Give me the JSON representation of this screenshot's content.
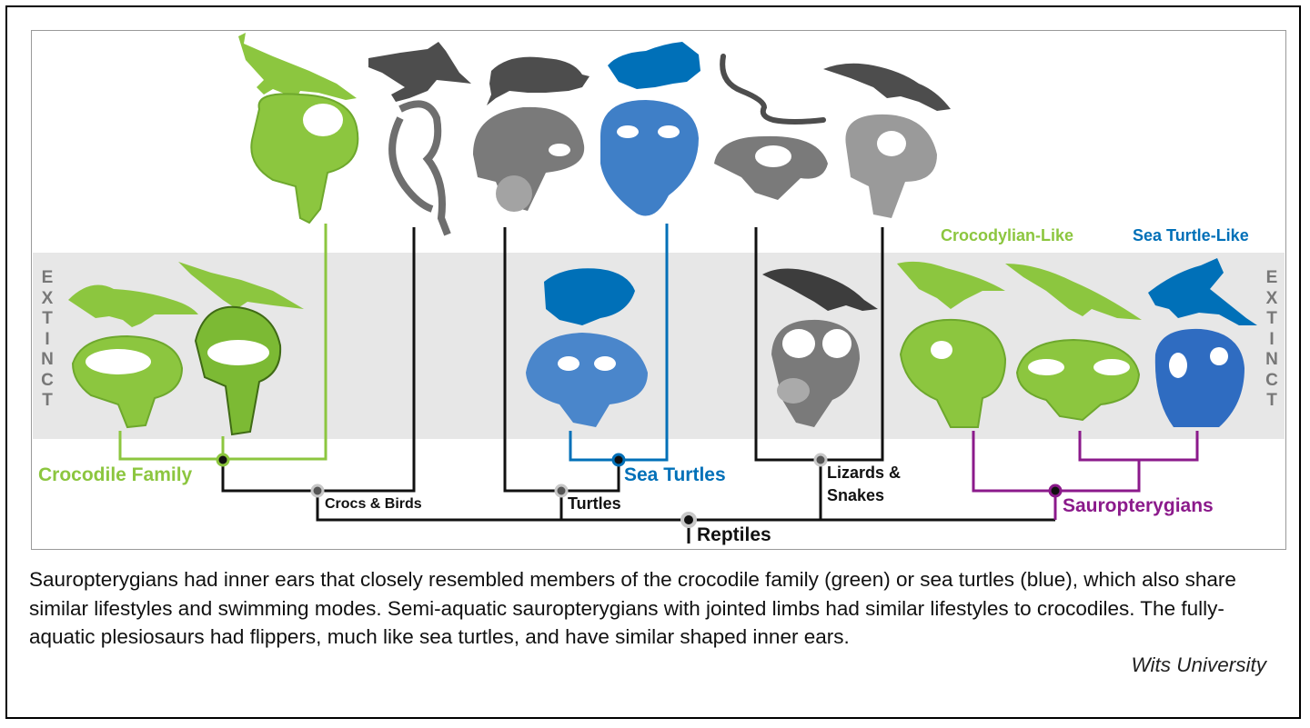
{
  "labels": {
    "crocodylian_like": "Crocodylian-Like",
    "sea_turtle_like": "Sea Turtle-Like",
    "crocodile_family": "Crocodile Family",
    "sea_turtles": "Sea Turtles",
    "crocs_birds": "Crocs & Birds",
    "turtles": "Turtles",
    "lizards_snakes_1": "Lizards &",
    "lizards_snakes_2": "Snakes",
    "sauropterygians": "Sauropterygians",
    "reptiles": "Reptiles"
  },
  "extinct_letters": [
    "E",
    "X",
    "T",
    "I",
    "N",
    "C",
    "T"
  ],
  "caption": {
    "text": "Sauropterygians had inner ears that closely resembled members of the crocodile family (green) or sea turtles (blue), which also share similar lifestyles and swimming modes. Semi-aquatic sauropterygians with jointed limbs had similar lifestyles to crocodiles. The fully-aquatic plesiosaurs had flippers, much like sea turtles, and have similar shaped inner ears.",
    "credit": "Wits University"
  },
  "colors": {
    "green": "#8cc63f",
    "blue": "#0070b8",
    "purple": "#8b1a8b",
    "gray": "#6e6e6e",
    "black": "#111111"
  },
  "icons": [
    "crocodile-silhouette-icon",
    "penguin-silhouette-icon",
    "snapping-turtle-silhouette-icon",
    "sea-turtle-silhouette-icon",
    "snake-silhouette-icon",
    "lizard-silhouette-icon",
    "extinct-croc-silhouette-icon",
    "extinct-gavial-silhouette-icon",
    "extinct-sea-turtle-silhouette-icon",
    "ichthyosaur-silhouette-icon",
    "nothosaur-silhouette-icon",
    "pachypleurosaur-silhouette-icon",
    "plesiosaur-silhouette-icon",
    "inner-ear-3d-model-icon"
  ]
}
